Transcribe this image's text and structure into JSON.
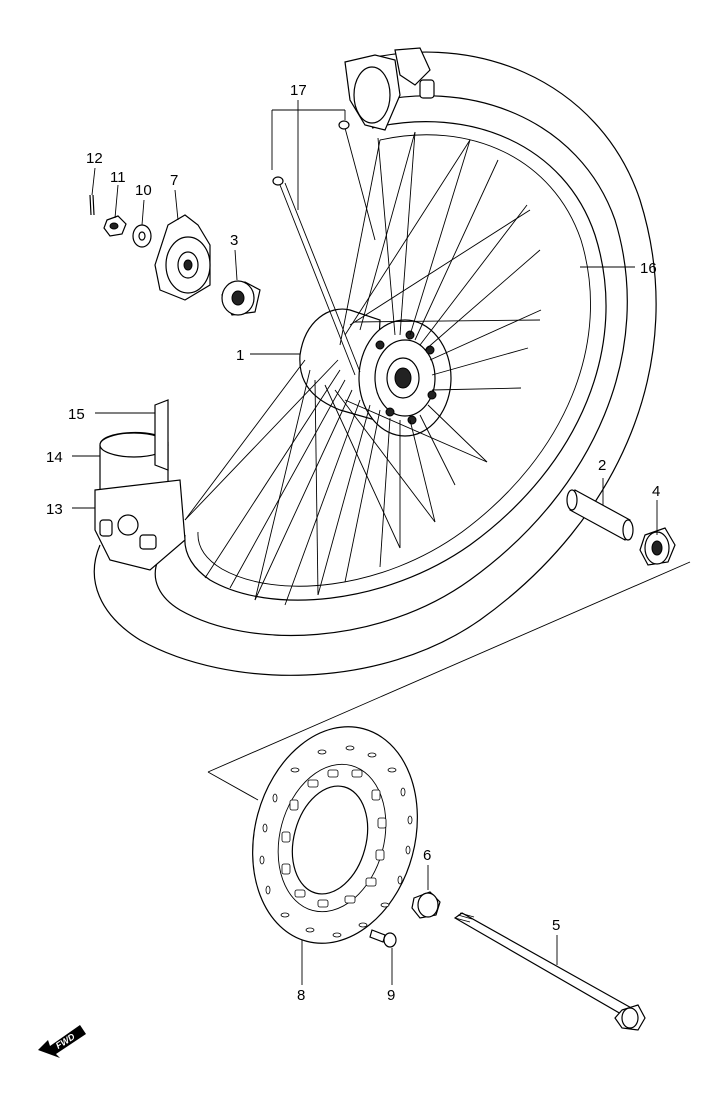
{
  "callouts": [
    {
      "id": "1",
      "label": "1"
    },
    {
      "id": "2",
      "label": "2"
    },
    {
      "id": "3",
      "label": "3"
    },
    {
      "id": "4",
      "label": "4"
    },
    {
      "id": "5",
      "label": "5"
    },
    {
      "id": "6",
      "label": "6"
    },
    {
      "id": "7",
      "label": "7"
    },
    {
      "id": "8",
      "label": "8"
    },
    {
      "id": "9",
      "label": "9"
    },
    {
      "id": "10",
      "label": "10"
    },
    {
      "id": "11",
      "label": "11"
    },
    {
      "id": "12",
      "label": "12"
    },
    {
      "id": "13",
      "label": "13"
    },
    {
      "id": "14",
      "label": "14"
    },
    {
      "id": "15",
      "label": "15"
    },
    {
      "id": "16",
      "label": "16"
    },
    {
      "id": "17",
      "label": "17"
    }
  ],
  "direction_badge": {
    "text": "FWD",
    "icon": "arrow-left-down"
  }
}
